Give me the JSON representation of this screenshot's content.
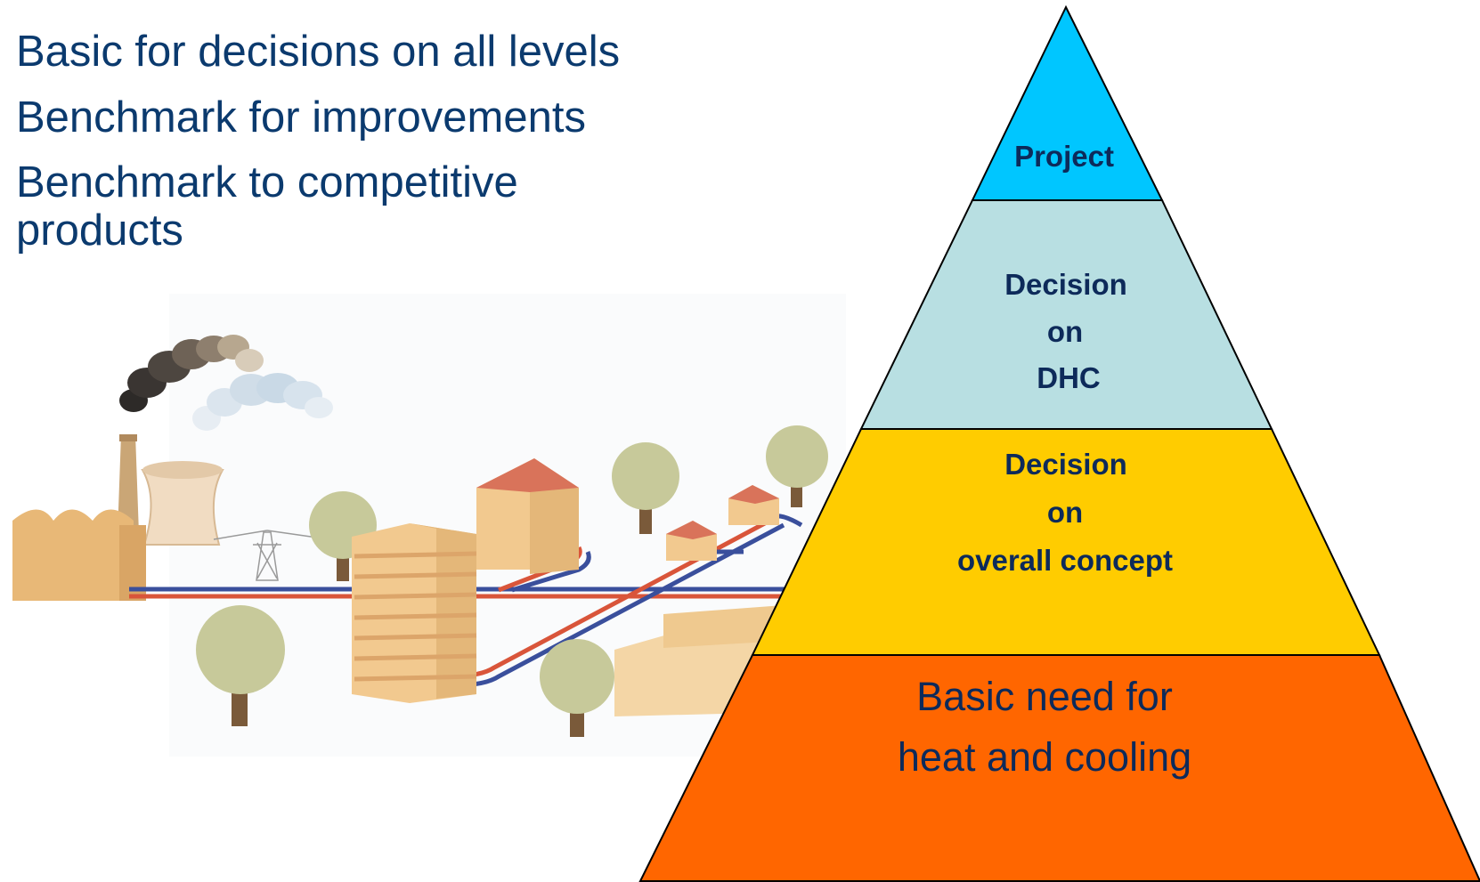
{
  "bullets": [
    "Basic for decisions on all levels",
    "Benchmark for improvements",
    "Benchmark to competitive products"
  ],
  "pyramid": {
    "levels": [
      {
        "lines": [
          "Project"
        ],
        "color": "#00c6ff"
      },
      {
        "lines": [
          "Decision",
          "on",
          "DHC"
        ],
        "color": "#b8dfe2"
      },
      {
        "lines": [
          "Decision",
          "on",
          "overall concept"
        ],
        "color": "#ffcc00"
      },
      {
        "lines": [
          "Basic need for",
          "heat and cooling"
        ],
        "color": "#ff6600"
      }
    ]
  },
  "illustration": {
    "icons": [
      "factory-icon",
      "chimney-icon",
      "cooling-tower-icon",
      "smoke-icon",
      "power-pylon-icon",
      "apartment-building-icon",
      "house-icon",
      "tree-icon",
      "district-heating-pipe-icon"
    ],
    "pipe_colors": {
      "supply": "#d9553a",
      "return": "#3a4f9c"
    },
    "building_color": "#f2c98f",
    "roof_color": "#d9735a",
    "tree_color": "#c7c99a"
  }
}
